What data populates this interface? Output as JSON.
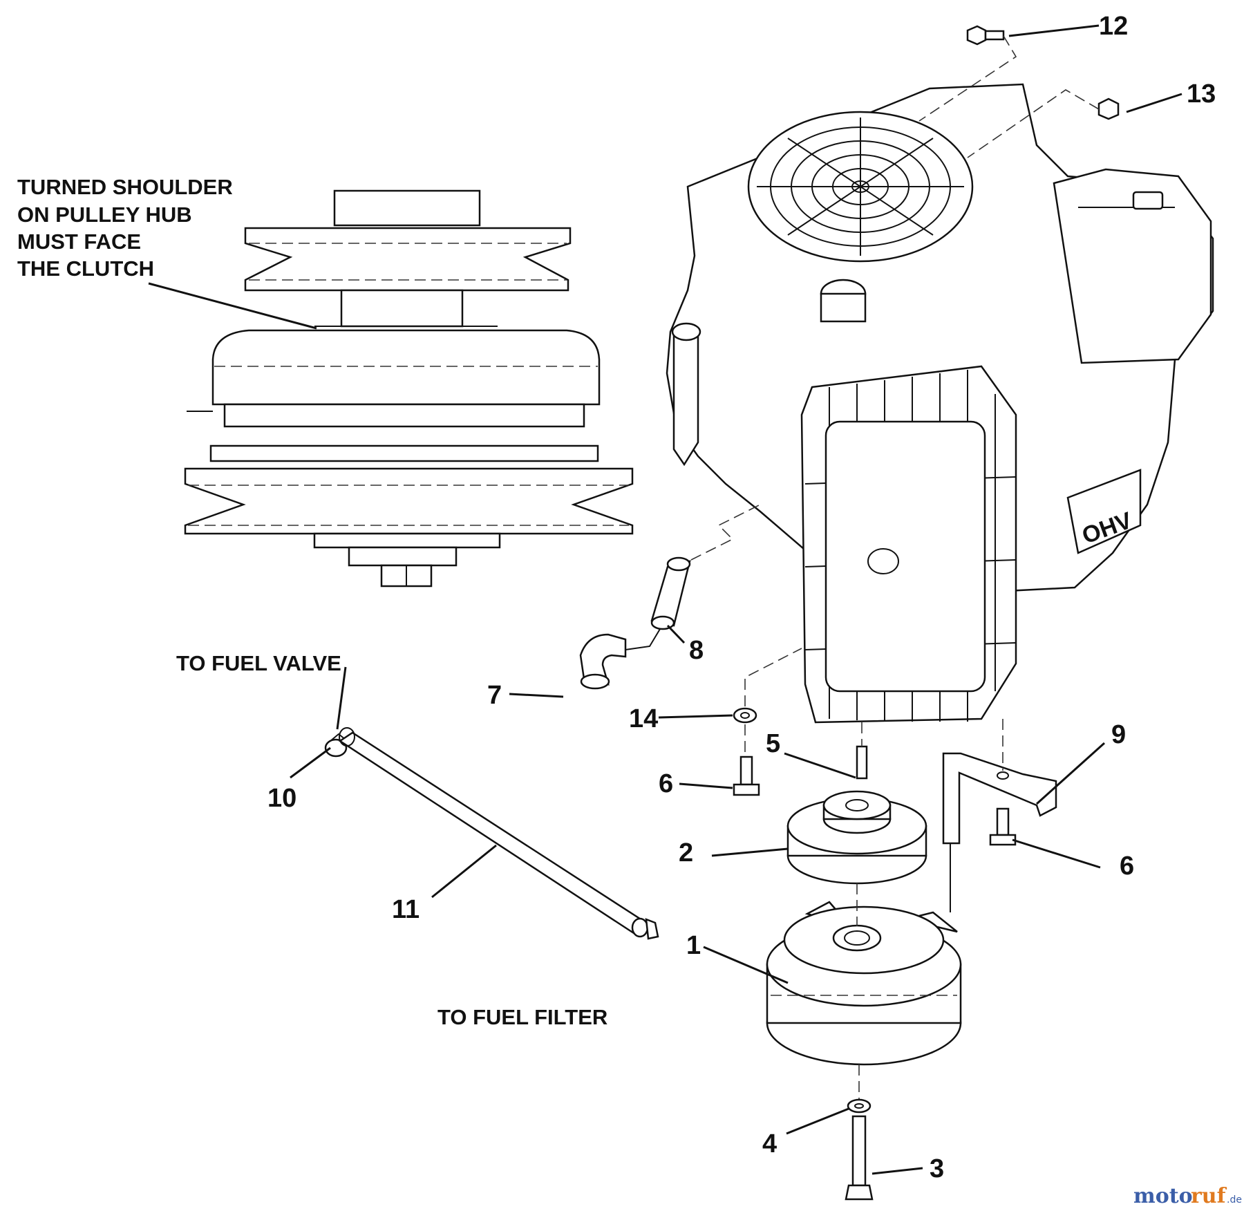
{
  "notes": {
    "shoulder": [
      "TURNED SHOULDER",
      "ON PULLEY HUB",
      "MUST FACE",
      "THE CLUTCH"
    ],
    "to_fuel_valve": "TO FUEL VALVE",
    "to_fuel_filter": "TO FUEL FILTER"
  },
  "engine_badge": "OHV",
  "callouts": {
    "c1": "1",
    "c2": "2",
    "c3": "3",
    "c4": "4",
    "c5": "5",
    "c6a": "6",
    "c6b": "6",
    "c7": "7",
    "c8": "8",
    "c9": "9",
    "c10": "10",
    "c11": "11",
    "c12": "12",
    "c13": "13",
    "c14": "14"
  },
  "watermark": {
    "brand": "motoruf",
    "tld": ".de",
    "colors": [
      "#3b5ea8",
      "#e07a1f"
    ]
  }
}
